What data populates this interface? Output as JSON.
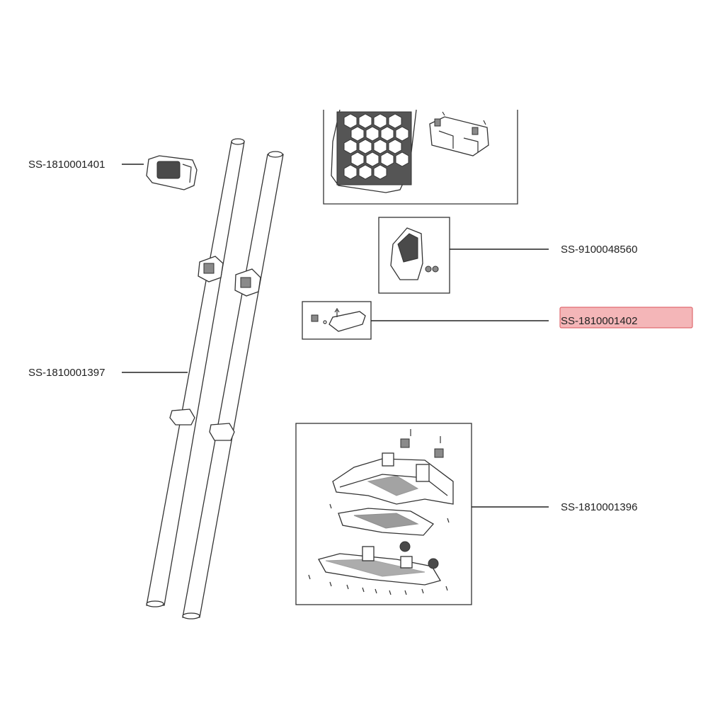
{
  "diagram": {
    "parts": [
      {
        "id": "p1401",
        "label": "SS-1810001401",
        "highlighted": false
      },
      {
        "id": "p1397",
        "label": "SS-1810001397",
        "highlighted": false
      },
      {
        "id": "p48560",
        "label": "SS-9100048560",
        "highlighted": false
      },
      {
        "id": "p1402",
        "label": "SS-1810001402",
        "highlighted": true
      },
      {
        "id": "p1396",
        "label": "SS-1810001396",
        "highlighted": false
      }
    ],
    "colors": {
      "line": "#222222",
      "highlight_fill": "#f4b6b8",
      "highlight_stroke": "#e06a70",
      "dark_fill": "#4a4a4a",
      "grey_fill": "#8a8a8a"
    }
  }
}
